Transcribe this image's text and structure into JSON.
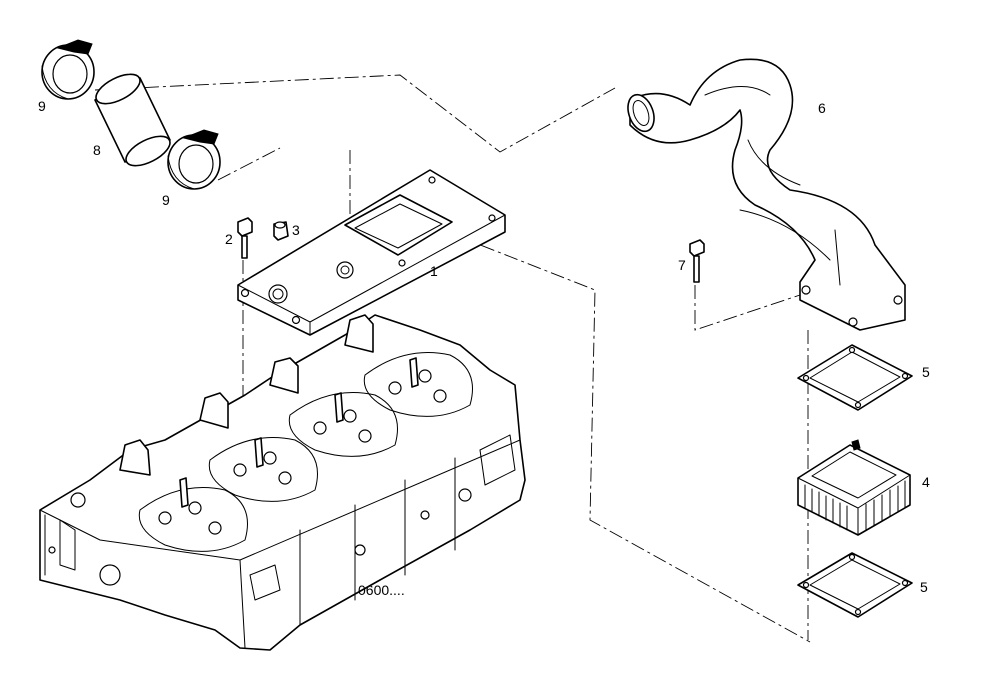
{
  "callouts": {
    "c1": "1",
    "c2": "2",
    "c3": "3",
    "c4": "4",
    "c5a": "5",
    "c5b": "5",
    "c6": "6",
    "c7": "7",
    "c8": "8",
    "c9a": "9",
    "c9b": "9"
  },
  "reference_code": "0600...."
}
